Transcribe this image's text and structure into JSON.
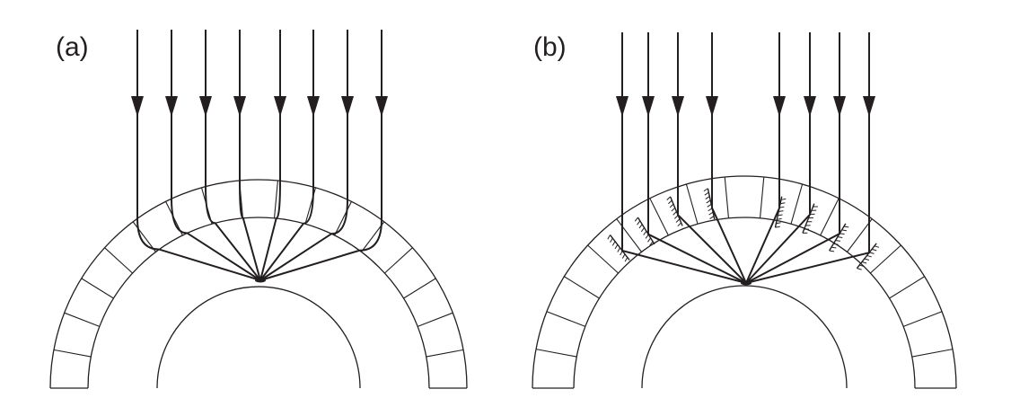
{
  "panels": [
    {
      "label": "(a)",
      "mode": "refraction",
      "ray_count": 8
    },
    {
      "label": "(b)",
      "mode": "reflection",
      "ray_count": 8
    }
  ],
  "colors": {
    "ink": "#231f20",
    "background": "#ffffff"
  }
}
